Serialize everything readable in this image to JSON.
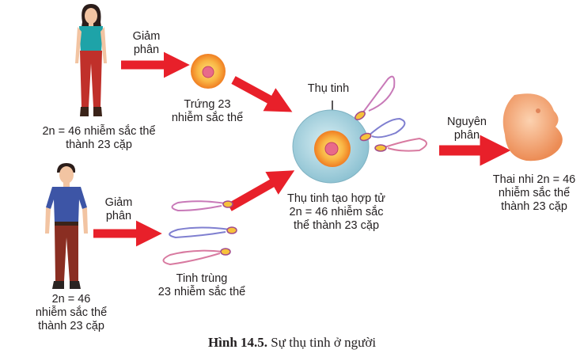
{
  "female": {
    "process": "Giảm\nphân",
    "chromosomes": "2n = 46 nhiễm sắc thể\nthành 23 cặp",
    "gamete": "Trứng 23\nnhiễm sắc thể"
  },
  "male": {
    "process": "Giảm\nphân",
    "chromosomes": "2n = 46\nnhiễm sắc thể\nthành 23 cặp",
    "gamete": "Tinh trùng\n23 nhiễm sắc thể"
  },
  "fertilization": {
    "label": "Thụ tinh",
    "zygote": "Thụ tinh tạo hợp tử\n2n = 46 nhiễm sắc\nthể thành 23 cặp"
  },
  "development": {
    "process": "Nguyên\nphân",
    "fetus": "Thai nhi 2n = 46\nnhiễm sắc thể\nthành 23 cặp"
  },
  "caption": {
    "number": "Hình 14.5.",
    "title": "Sự thụ tinh ở người"
  },
  "colors": {
    "arrow": "#e8202a",
    "egg": "#f5a33a",
    "zygote": "#a9d3e0",
    "embryo": "#f3a87a"
  }
}
